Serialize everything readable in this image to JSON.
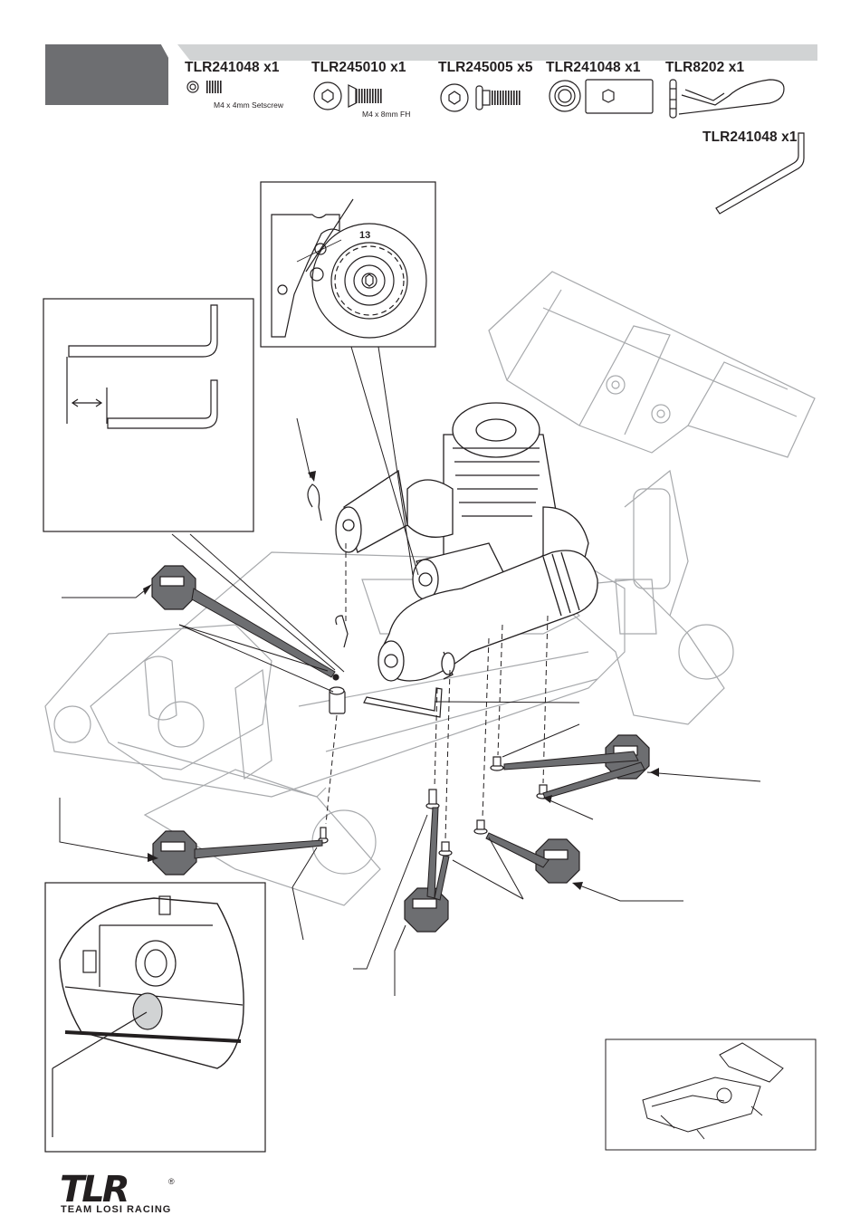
{
  "header": {
    "parts": [
      {
        "part": "TLR241048 x1",
        "desc": "M4 x 4mm Setscrew"
      },
      {
        "part": "TLR245010 x1",
        "desc": "M4 x 8mm FH"
      },
      {
        "part": "TLR245005 x5",
        "desc": ""
      },
      {
        "part": "TLR241048 x1",
        "desc": ""
      },
      {
        "part": "TLR8202 x1",
        "desc": ""
      }
    ],
    "extra_part": "TLR241048 x1"
  },
  "detail": {
    "gear_teeth": "13"
  },
  "logo": {
    "brand": "TLR",
    "registered": "®",
    "tagline": "TEAM LOSI RACING"
  }
}
